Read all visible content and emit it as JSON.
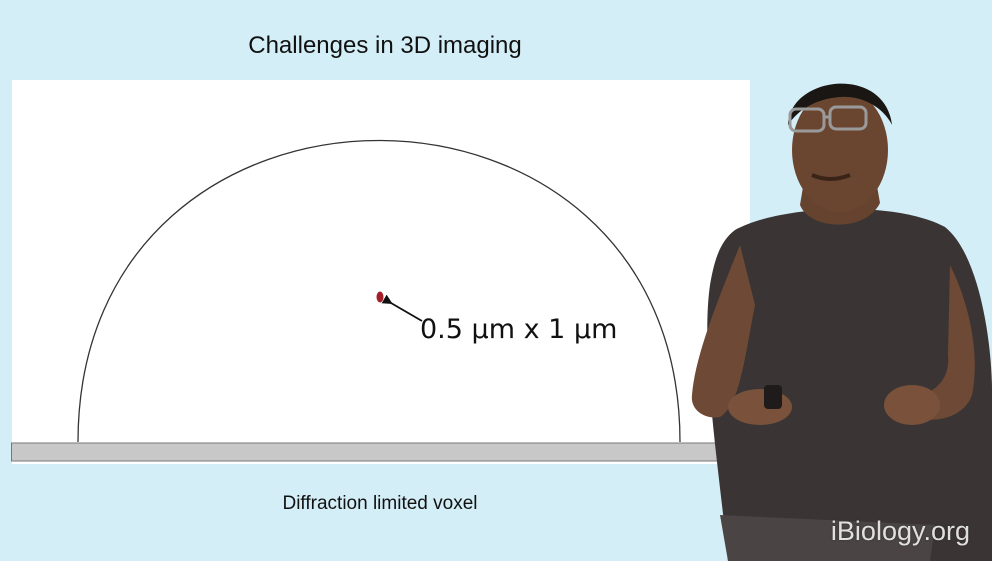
{
  "slide": {
    "title": "Challenges in 3D imaging",
    "annotation": "0.5 μm x 1 μm",
    "caption": "Diffraction limited voxel"
  },
  "watermark": "iBiology.org",
  "colors": {
    "background": "#d4eef7",
    "voxel": "#a3202a",
    "substrate": "#c8c8c8"
  }
}
